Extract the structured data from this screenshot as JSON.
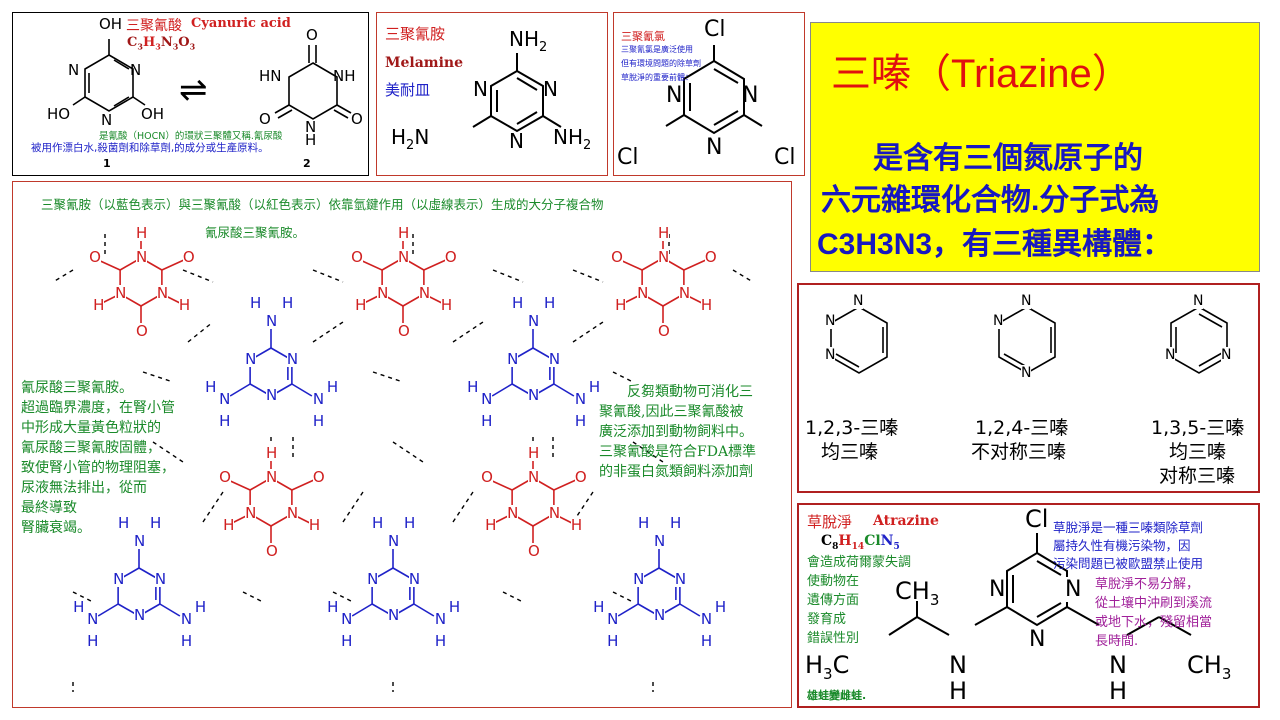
{
  "cyanuric": {
    "title_cn": "三聚氰酸",
    "title_en": "Cyanuric acid",
    "formula_parts": [
      "C",
      "3",
      "H",
      "3",
      "N",
      "3",
      "O",
      "3"
    ],
    "desc1": "是氰酸（HOCN）的環狀三聚體又稱.氰尿酸",
    "desc2": "被用作漂白水,殺菌劑和除草劑,的成分或生產原料。",
    "label1": "1",
    "label2": "2",
    "arrow": "⇌",
    "atoms": {
      "oh": "OH",
      "ho": "HO",
      "n": "N",
      "o": "O",
      "hn": "HN",
      "nh": "NH",
      "h": "H"
    }
  },
  "melamine": {
    "title_cn": "三聚氰胺",
    "title_en": "Melamine",
    "title_alt": "美耐皿",
    "nh2": "NH",
    "h2n": "H",
    "sub2": "2",
    "n": "N"
  },
  "cyanuric_chloride": {
    "title_cn": "三聚氰氯",
    "line1": "三聚氰氯是廣泛使用",
    "line2": "但有環境問題的除草劑",
    "line3": "草脫淨的重要前體：",
    "cl": "Cl",
    "n": "N"
  },
  "title_box": {
    "heading": "三嗪（Triazine）",
    "line1": "是含有三個氮原子的",
    "line2": "六元雜環化合物.分子式為",
    "line3": "C3H3N3，有三種異構體："
  },
  "isomers": [
    {
      "name": "1,2,3-三嗪",
      "alias": [
        "均三嗪"
      ]
    },
    {
      "name": "1,2,4-三嗪",
      "alias": [
        "不对称三嗪"
      ]
    },
    {
      "name": "1,3,5-三嗪",
      "alias": [
        "均三嗪",
        "对称三嗪"
      ]
    }
  ],
  "complex": {
    "title1": "三聚氰胺（以藍色表示）與三聚氰酸（以紅色表示）依靠氫鍵作用（以虛線表示）生成的大分子複合物",
    "title2": "氰尿酸三聚氰胺。",
    "left_text": [
      "氰尿酸三聚氰胺。",
      "超過臨界濃度，在腎小管",
      "中形成大量黃色粒狀的",
      "氰尿酸三聚氰胺固體，",
      "致使腎小管的物理阻塞，",
      "尿液無法排出，從而",
      "最終導致",
      "腎臟衰竭。"
    ],
    "right_text": [
      "反芻類動物可消化三",
      "聚氰酸,因此三聚氰酸被",
      "廣泛添加到動物飼料中。",
      "三聚氰酸是符合FDA標準",
      "的非蛋白氮類飼料添加劑"
    ],
    "atoms": {
      "o": "O",
      "n": "N",
      "h": "H"
    }
  },
  "atrazine": {
    "title_cn": "草脫淨",
    "title_en": "Atrazine",
    "formula_parts": [
      "C",
      "8",
      "H",
      "14",
      "Cl",
      "N",
      "5"
    ],
    "left_text": [
      "會造成荷爾蒙失調",
      "使動物在",
      "遺傳方面",
      "發育成",
      "錯誤性別"
    ],
    "bottom": "雄蛙變雌蛙.",
    "right_blue": [
      "草脫淨是一種三嗪類除草劑",
      "屬持久性有機污染物，因",
      "污染問題已被歐盟禁止使用"
    ],
    "right_purple": [
      "草脫淨不易分解，",
      "從土壤中沖刷到溪流",
      "或地下水，殘留相當",
      "長時間."
    ],
    "atoms": {
      "cl": "Cl",
      "n": "N",
      "ch3": "CH",
      "sub3": "3",
      "h3c": "H",
      "c": "C",
      "h": "H"
    }
  },
  "colors": {
    "red": "#d02020",
    "blue": "#1f22c8",
    "green": "#1a8a2a",
    "purple": "#a0209a",
    "yellow": "#ffff00"
  }
}
